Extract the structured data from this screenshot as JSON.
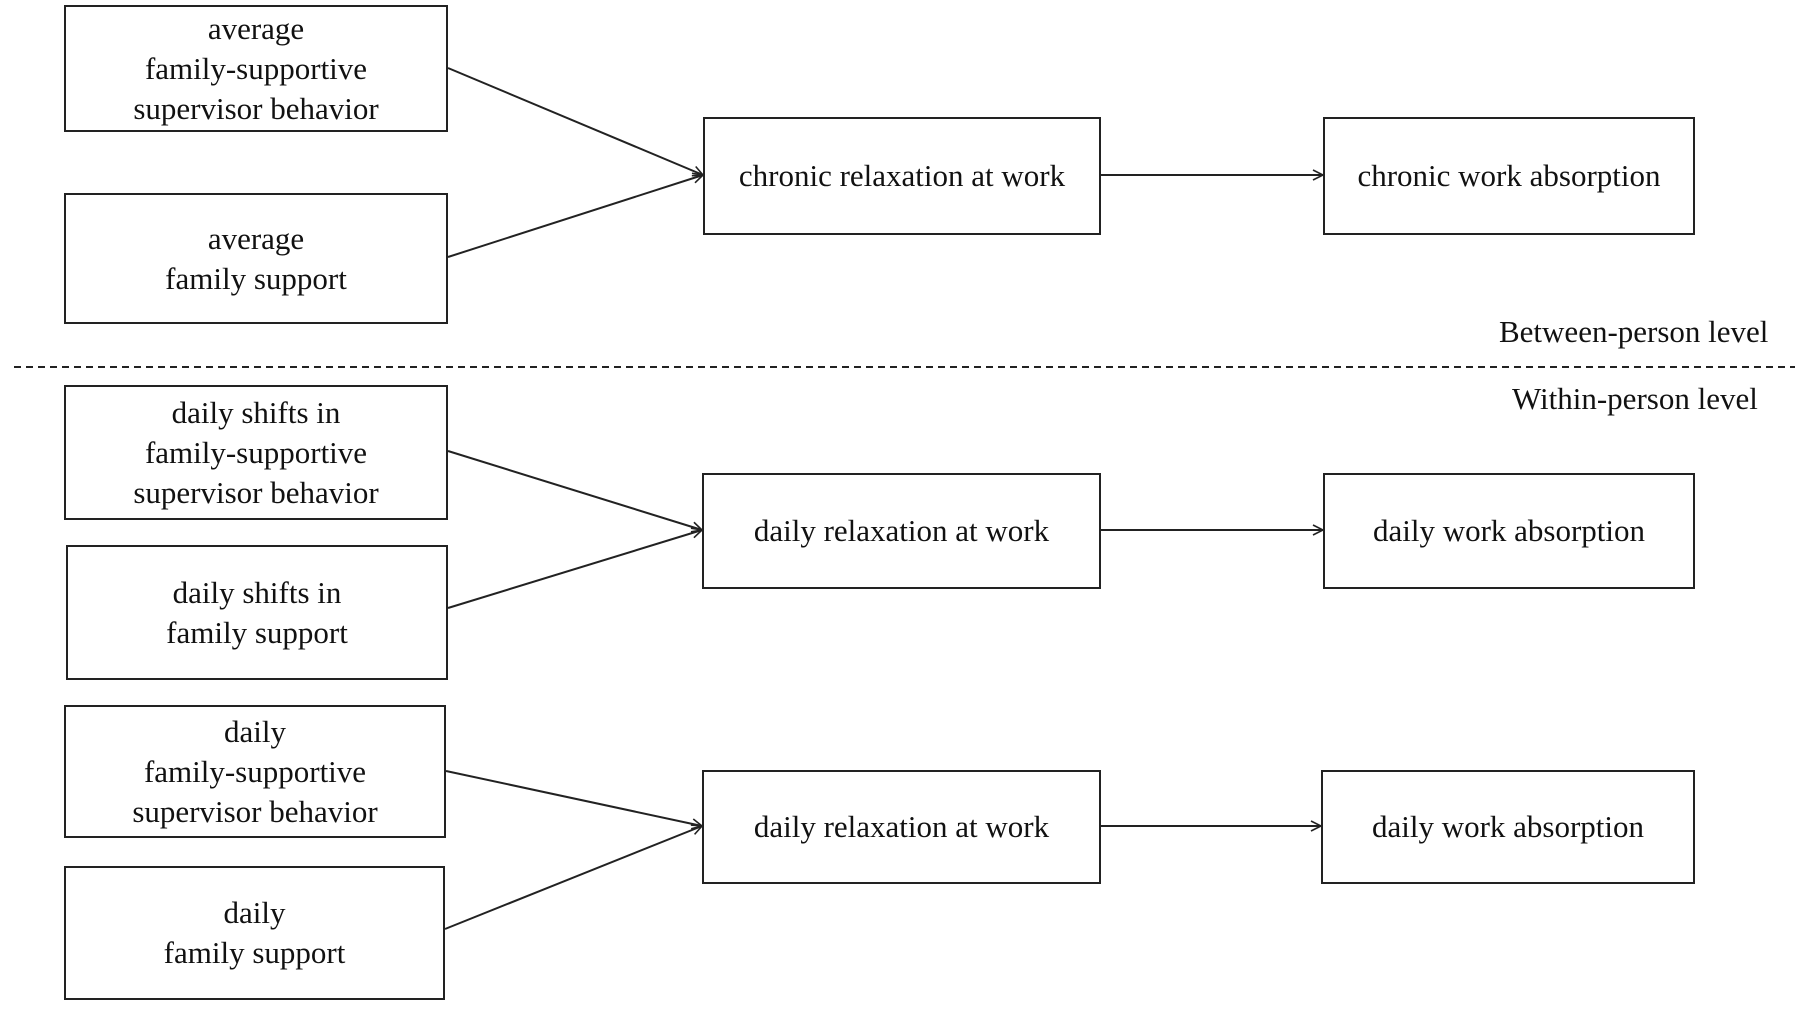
{
  "levels": {
    "between": "Between-person level",
    "within": "Within-person level"
  },
  "between_person": {
    "predictor_1": [
      "average",
      "family-supportive",
      "supervisor behavior"
    ],
    "predictor_2": [
      "average",
      "family support"
    ],
    "mediator": "chronic relaxation at work",
    "outcome": "chronic work absorption"
  },
  "within_person_shifts": {
    "predictor_1": [
      "daily shifts in",
      "family-supportive",
      "supervisor behavior"
    ],
    "predictor_2": [
      "daily shifts in",
      "family support"
    ],
    "mediator": "daily relaxation at work",
    "outcome": "daily work absorption"
  },
  "within_person_daily": {
    "predictor_1": [
      "daily",
      "family-supportive",
      "supervisor behavior"
    ],
    "predictor_2": [
      "daily",
      "family support"
    ],
    "mediator": "daily relaxation at work",
    "outcome": "daily work absorption"
  }
}
